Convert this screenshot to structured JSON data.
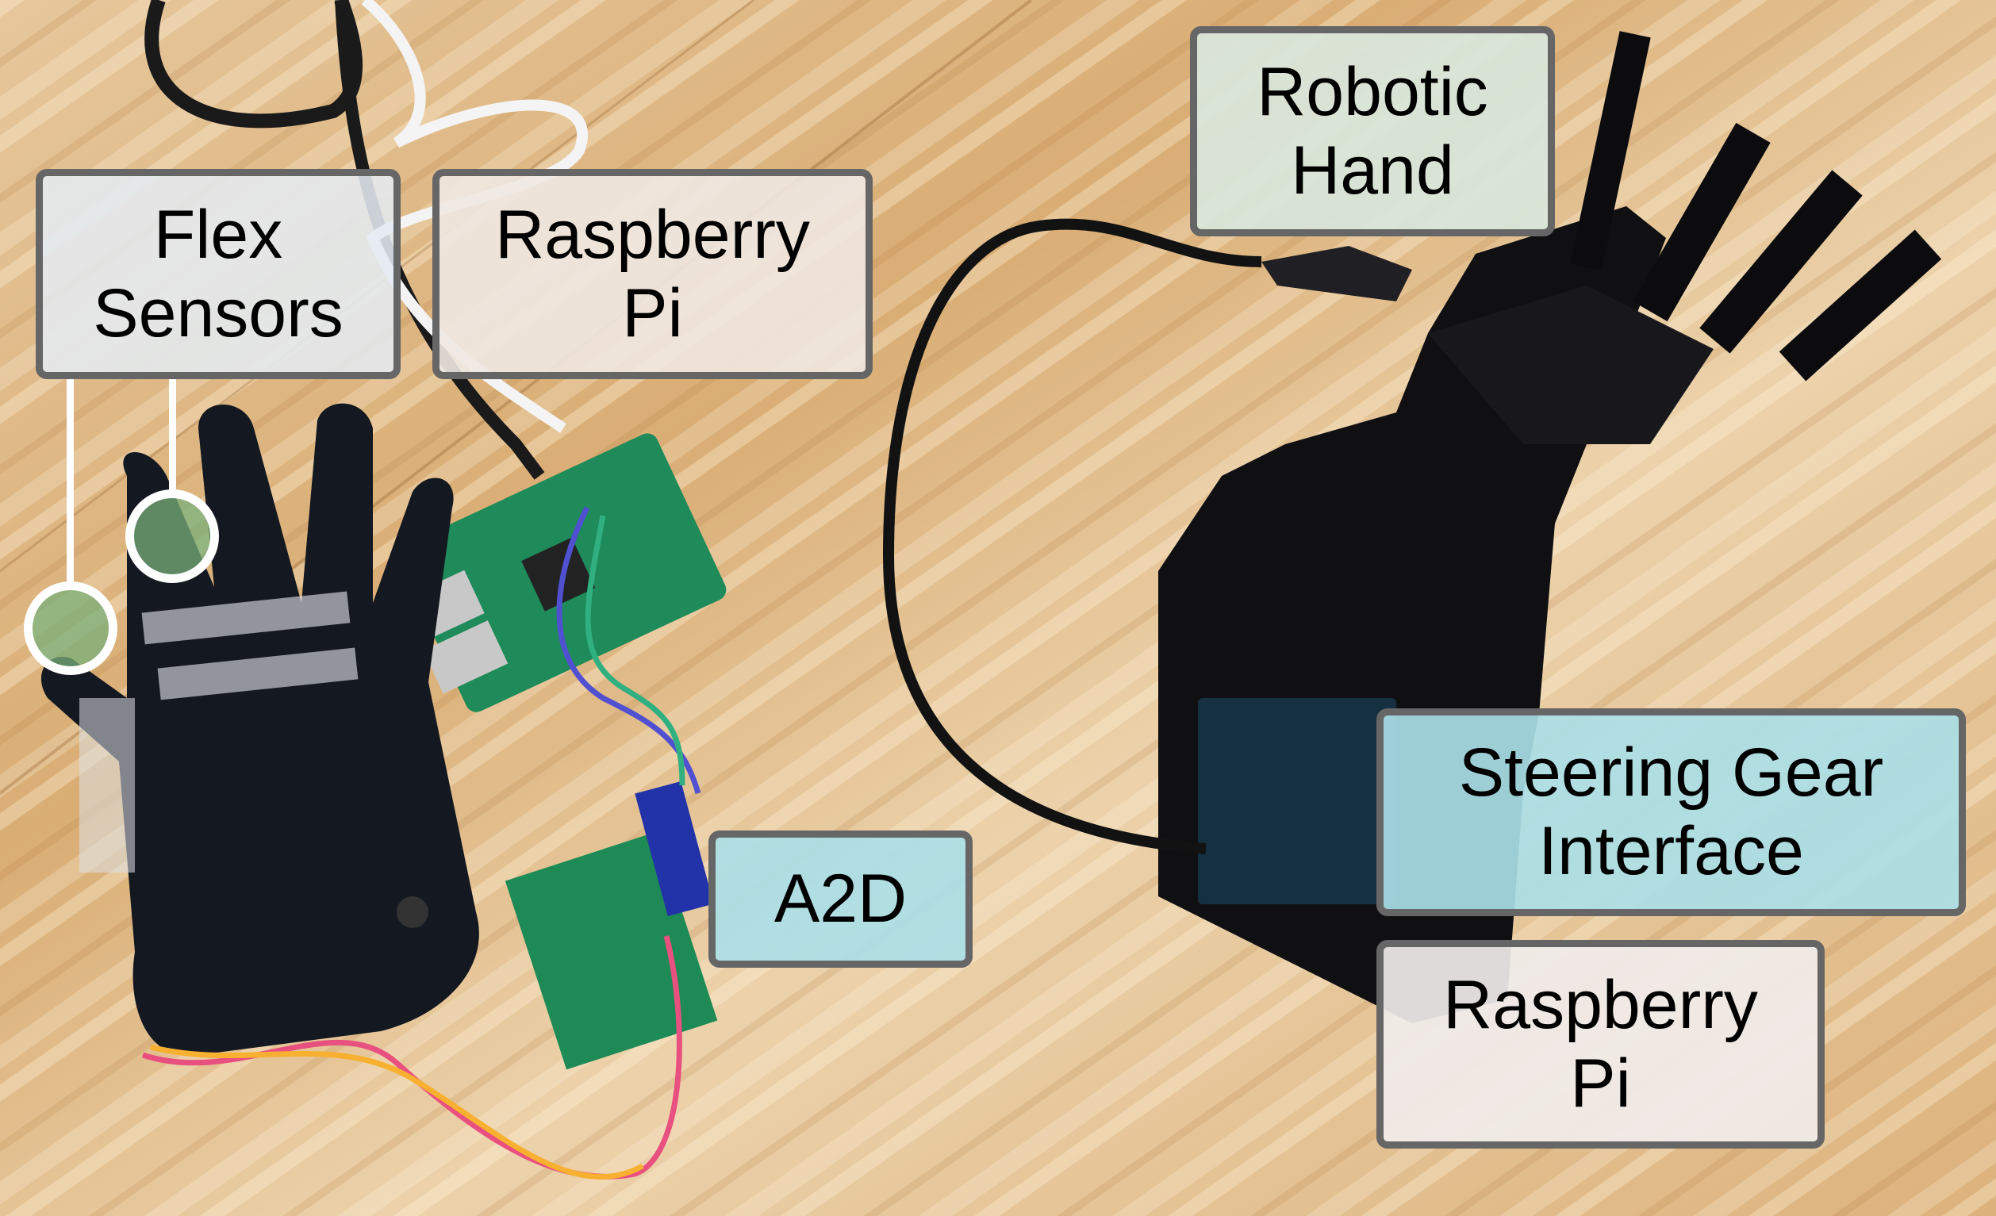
{
  "scene": {
    "description": "Photo of a sensor glove with flex sensors, A2D converter and Raspberry Pi wired to a robotic hand on a wooden floor",
    "colors": {
      "floor_light": "#e8c79a",
      "floor_dark": "#c99a63",
      "label_border": "#666666",
      "label_cyan": "#aadee6",
      "label_mint": "#d8e8de",
      "leader_line": "#ffffff"
    }
  },
  "labels": {
    "flex_sensors": {
      "line1": "Flex",
      "line2": "Sensors"
    },
    "raspberry_pi_left": {
      "line1": "Raspberry",
      "line2": "Pi"
    },
    "robotic_hand": {
      "line1": "Robotic",
      "line2": "Hand"
    },
    "a2d": {
      "line1": "A2D"
    },
    "steering_gear": {
      "line1": "Steering Gear",
      "line2": "Interface"
    },
    "raspberry_pi_right": {
      "line1": "Raspberry",
      "line2": "Pi"
    }
  }
}
